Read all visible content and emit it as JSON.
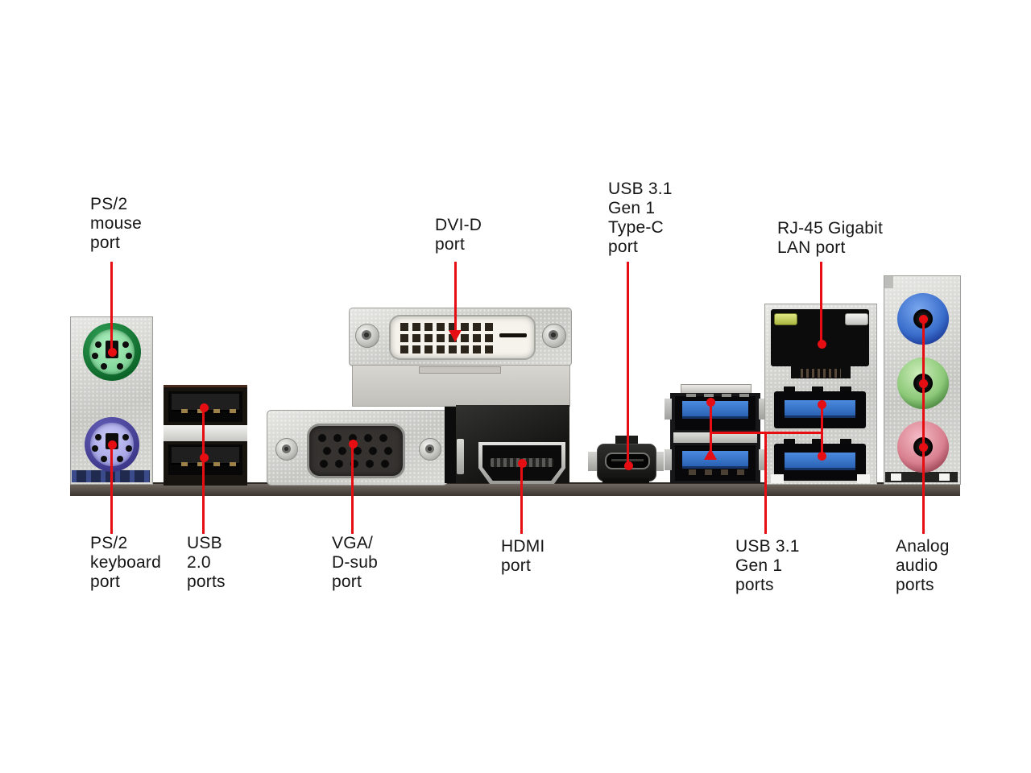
{
  "callouts": {
    "ps2_mouse": {
      "label": "PS/2\nmouse\nport"
    },
    "dvi": {
      "label": "DVI-D\nport"
    },
    "usb_type_c": {
      "label": "USB 3.1\nGen 1\nType-C\nport"
    },
    "lan": {
      "label": "RJ-45 Gigabit\nLAN port"
    },
    "ps2_keyboard": {
      "label": "PS/2\nkeyboard\nport"
    },
    "usb2": {
      "label": "USB\n2.0\nports"
    },
    "vga": {
      "label": "VGA/\nD-sub\nport"
    },
    "hdmi": {
      "label": "HDMI\nport"
    },
    "usb31": {
      "label": "USB 3.1\nGen 1\nports"
    },
    "audio": {
      "label": "Analog\naudio\nports"
    }
  },
  "colors": {
    "leader_line_red": "#e60e12",
    "ps2_mouse_green": "#8fe2a6",
    "ps2_keyboard_purple": "#b6b5f0",
    "usb3_blue": "#3578cc",
    "audio_line_in_blue": "#4a80dc",
    "audio_line_out_green": "#9ed68e",
    "audio_mic_pink": "#e094a2",
    "lan_led_green": "#c3d45a",
    "panel_silver": "#d2d2ce",
    "pcb_brown": "#57504a"
  }
}
